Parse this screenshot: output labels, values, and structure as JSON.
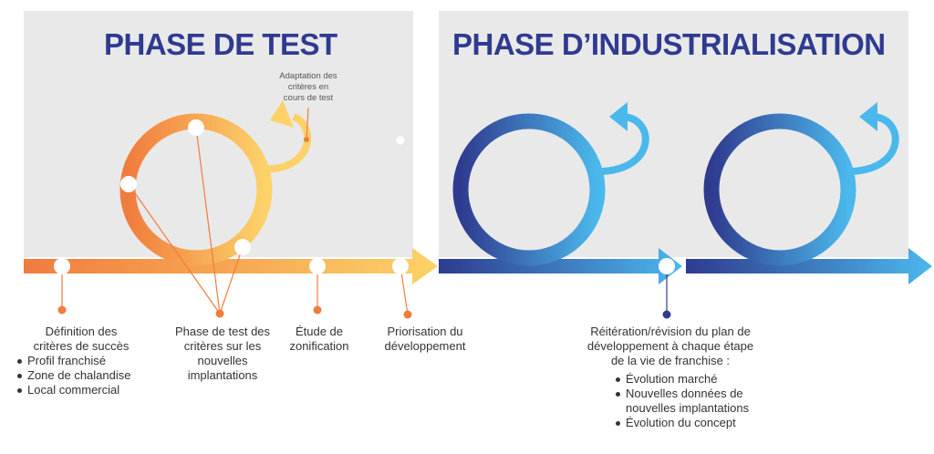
{
  "titles": {
    "test": "PHASE DE TEST",
    "industrialisation": "PHASE D’INDUSTRIALISATION"
  },
  "colors": {
    "title": "#2f3b8f",
    "panel": "#e9e9ea",
    "orange": "#f07c3d",
    "yellow": "#fdd269",
    "dark_blue": "#2f3b8f",
    "light_blue": "#4bb8ec"
  },
  "annotations": {
    "adaptation": [
      "Adaptation des",
      "critères en",
      "cours de test"
    ],
    "definition": {
      "lines": [
        "Définition des",
        "critères de succès"
      ],
      "items": [
        "Profil franchisé",
        "Zone de chalandise",
        "Local commercial"
      ]
    },
    "phase_test": [
      "Phase de test des",
      "critères sur les",
      "nouvelles",
      "implantations"
    ],
    "etude": [
      "Étude de",
      "zonification"
    ],
    "priorisation": [
      "Priorisation du",
      "développement"
    ],
    "reiteration": {
      "lines": [
        "Réitération/révision du plan de",
        "développement à chaque étape",
        "de la vie de franchise :"
      ],
      "items": [
        "Évolution marché",
        "Nouvelles données de nouvelles implantations",
        "Évolution du concept"
      ]
    }
  }
}
